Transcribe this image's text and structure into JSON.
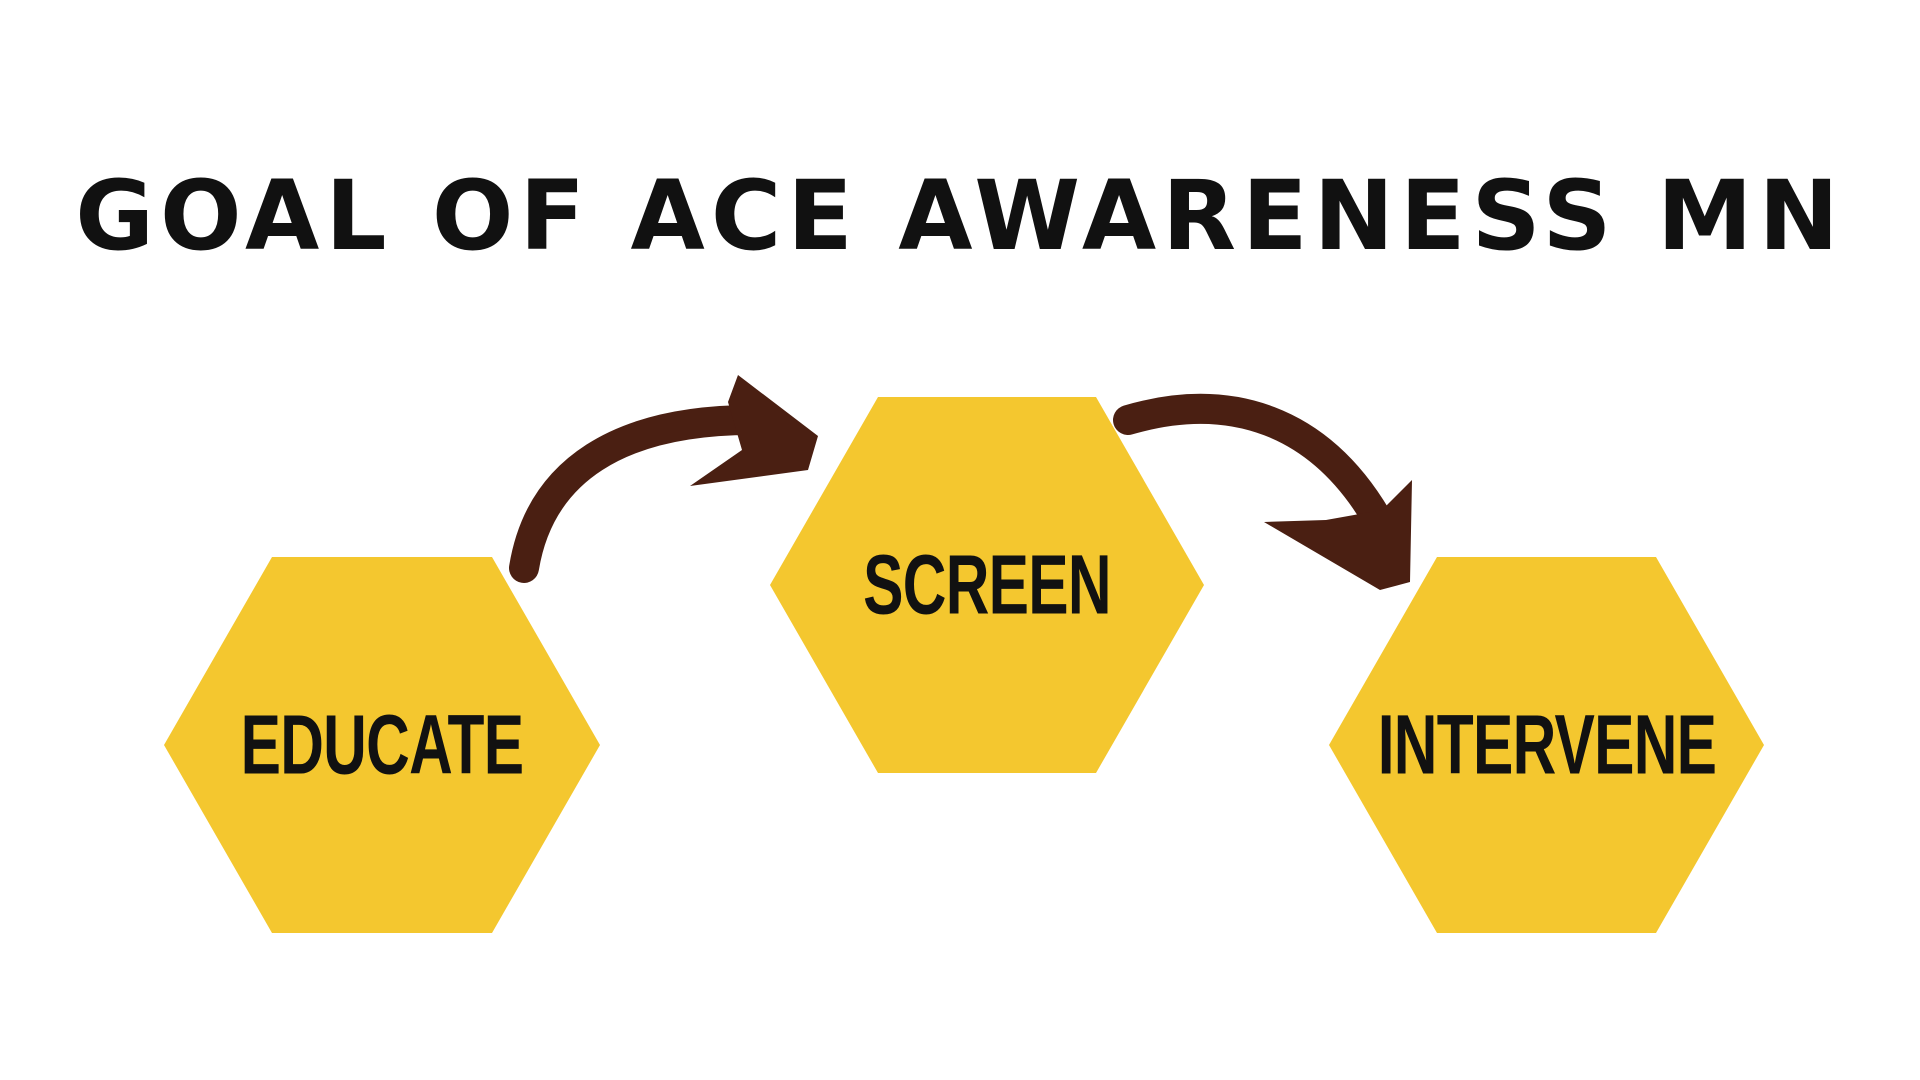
{
  "title": "GOAL OF ACE AWARENESS MN",
  "colors": {
    "hexagon": "#F4C72F",
    "arrow": "#4A1F12",
    "text": "#111111",
    "background": "#FFFFFF"
  },
  "steps": [
    {
      "label": "EDUCATE"
    },
    {
      "label": "SCREEN"
    },
    {
      "label": "INTERVENE"
    }
  ]
}
